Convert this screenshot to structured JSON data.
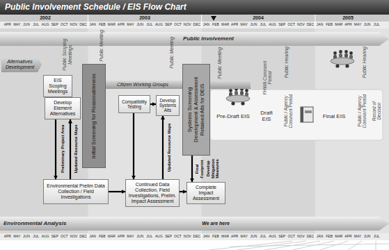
{
  "diagram": {
    "title": "Public Involvement Schedule / EIS Flow Chart",
    "nodes": [
      {
        "text": [
          "Public Involvement"
        ]
      },
      {
        "text": [
          "Alternatives Development"
        ]
      },
      {
        "text": [
          "EIS Scoping Meetings"
        ]
      },
      {
        "text": [
          "Citizen Working Groups"
        ]
      },
      {
        "text": [
          "Initial Screening for Reasonableness"
        ]
      },
      {
        "text": [
          "Develop Element Alternatives"
        ]
      },
      {
        "text": [
          "Compatibility Testing"
        ]
      },
      {
        "text": [
          "Develop Systems Alts"
        ]
      },
      {
        "text": [
          "Systems Screening",
          "Development & Assessment Retained Alts for DEIS"
        ]
      },
      {
        "text": [
          "Pre-Draft EIS"
        ]
      },
      {
        "text": [
          "Draft EIS"
        ]
      },
      {
        "text": [
          "Final EIS"
        ]
      },
      {
        "text": [
          "Environmental Prelim Data Collection / Field Investigations"
        ]
      },
      {
        "text": [
          "Continued Data Collection, Field Investigations, Prelim. Impact Assessment"
        ]
      },
      {
        "text": [
          "Complete Impact Assessment"
        ]
      },
      {
        "text": [
          "Environmental Analysis"
        ]
      }
    ],
    "edges": [
      {
        "from": 5,
        "to": 12,
        "arrow": "to"
      },
      {
        "from": 12,
        "to": 5,
        "arrow": "to"
      },
      {
        "from": 12,
        "to": 13,
        "arrow": "to"
      },
      {
        "from": 6,
        "to": 7,
        "arrow": "to"
      },
      {
        "from": 6,
        "to": 13,
        "arrow": "to"
      },
      {
        "from": 13,
        "to": 7,
        "arrow": "to"
      },
      {
        "from": 13,
        "to": 14,
        "arrow": "to"
      },
      {
        "from": 8,
        "to": 14,
        "arrow": "to"
      }
    ],
    "labels": [
      "2002",
      "2003",
      "2004",
      "2005",
      "APR",
      "MAY",
      "JUN",
      "JUL",
      "AUG",
      "SEP",
      "OCT",
      "NOV",
      "DEC",
      "JAN",
      "FEB",
      "MAR",
      "APR",
      "MAY",
      "JUN",
      "JUL",
      "AUG",
      "SEP",
      "OCT",
      "NOV",
      "DEC",
      "JAN",
      "FEB",
      "MAR",
      "APR",
      "MAY",
      "JUN",
      "JUL",
      "AUG",
      "SEP",
      "OCT",
      "NOV",
      "DEC",
      "JAN",
      "FEB",
      "MAR",
      "APR",
      "MAY",
      "JUN",
      "JUL",
      "APR",
      "MAY",
      "JUN",
      "JUL",
      "AUG",
      "SEP",
      "OCT",
      "NOV",
      "DEC",
      "JAN",
      "FEB",
      "MAR",
      "APR",
      "MAY",
      "JUN",
      "JUL",
      "AUG",
      "SEP",
      "OCT",
      "NOV",
      "DEC",
      "JAN",
      "FEB",
      "MAR",
      "APR",
      "MAY",
      "JUN",
      "JUL",
      "AUG",
      "SEP",
      "OCT",
      "NOV",
      "DEC",
      "JAN",
      "FEB",
      "MAR",
      "APR",
      "MAY",
      "JUN",
      "JUL",
      "Public Scoping Meetings",
      "Public Meeting",
      "Public Meeting",
      "Public Meeting",
      "FHWA Comment Period",
      "Public Hearing",
      "Public / Agency Comment Period",
      "Public Hearing",
      "Public / Agency Comment Period",
      "Record of Decision",
      "Preliminary Project Area",
      "Updated Resource Maps",
      "Updated Resource Maps",
      "Final Footprint",
      "Develop Mitigation Measures",
      "We are here"
    ]
  }
}
